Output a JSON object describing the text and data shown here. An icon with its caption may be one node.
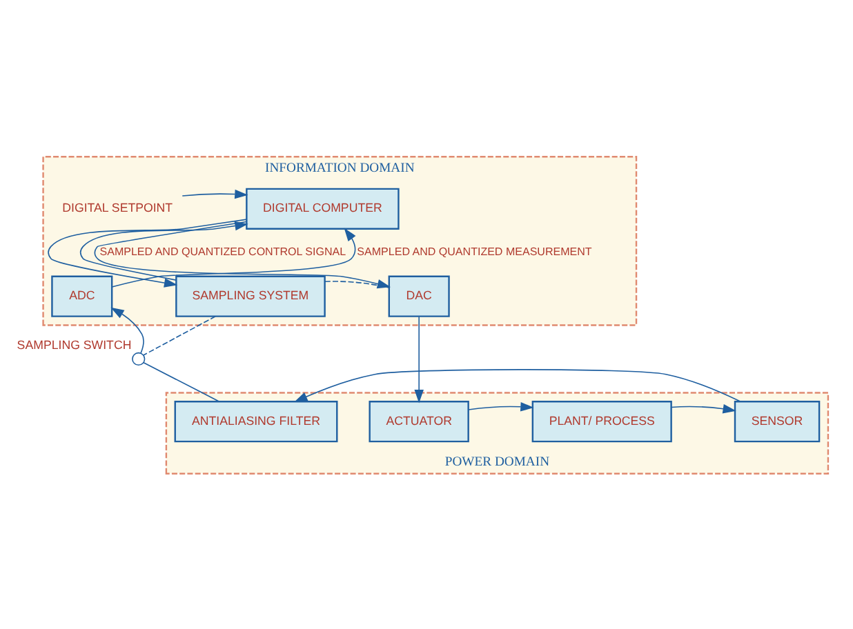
{
  "diagram": {
    "nodes": [
      {
        "text": [
          "INFORMATION DOMAIN"
        ]
      },
      {
        "text": [
          "POWER DOMAIN"
        ]
      },
      {
        "text": [
          "DIGITAL COMPUTER"
        ],
        "in": 0
      },
      {
        "text": [
          "ADC"
        ],
        "in": 0
      },
      {
        "text": [
          "SAMPLING SYSTEM"
        ],
        "in": 0
      },
      {
        "text": [
          "DAC"
        ],
        "in": 0
      },
      {
        "text": [
          "ANTIALIASING FILTER"
        ],
        "in": 1
      },
      {
        "text": [
          "SENSOR"
        ],
        "in": 1
      },
      {
        "text": [
          "PLANT/ PROCESS"
        ],
        "in": 1
      },
      {
        "text": [
          "ACTUATOR"
        ],
        "in": 1
      },
      {
        "text": [
          "DIGITAL SETPOINT"
        ],
        "in": 0
      },
      {
        "text": [],
        "shape": "circle",
        "beside": [
          "SAMPLING SWITCH"
        ]
      }
    ],
    "edges": [
      {
        "from": 10,
        "to": 2,
        "arrow": "to"
      },
      {
        "from": 3,
        "to": 2,
        "arrow": "to",
        "label": "SAMPLED AND QUANTIZED MEASUREMENT"
      },
      {
        "from": 2,
        "to": 4,
        "arrow": "to"
      },
      {
        "from": 4,
        "to": 2,
        "arrow": "to"
      },
      {
        "from": 2,
        "to": 5,
        "arrow": "to",
        "label": "SAMPLED AND QUANTIZED CONTROL SIGNAL"
      },
      {
        "from": 4,
        "to": 5,
        "arrow": "none",
        "style": "dashed"
      },
      {
        "from": 4,
        "to": 11,
        "arrow": "none",
        "style": "dashed"
      },
      {
        "from": 5,
        "to": 9,
        "arrow": "to"
      },
      {
        "from": 9,
        "to": 8,
        "arrow": "to"
      },
      {
        "from": 8,
        "to": 7,
        "arrow": "to"
      },
      {
        "from": 7,
        "to": 6,
        "arrow": "to"
      },
      {
        "from": 6,
        "to": 11,
        "arrow": "none"
      },
      {
        "from": 11,
        "to": 3,
        "arrow": "to"
      }
    ]
  }
}
